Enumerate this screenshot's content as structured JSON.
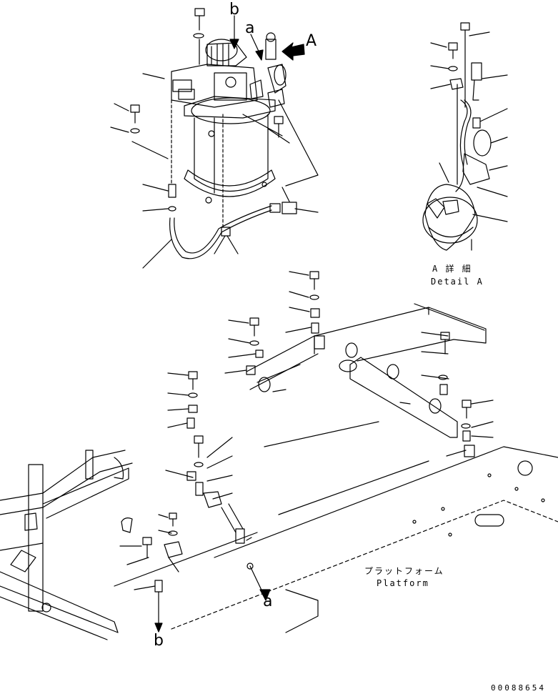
{
  "callouts": {
    "b_top": "b",
    "a_top": "a",
    "A_view": "A",
    "a_bottom": "a",
    "b_bottom": "b"
  },
  "detail": {
    "title_jp": "A 詳 細",
    "title_en": "Detail A"
  },
  "platform": {
    "label_jp": "プラットフォーム",
    "label_en": "Platform"
  },
  "drawing_code": "00088654",
  "colors": {
    "ink": "#000000",
    "paper": "#ffffff"
  }
}
